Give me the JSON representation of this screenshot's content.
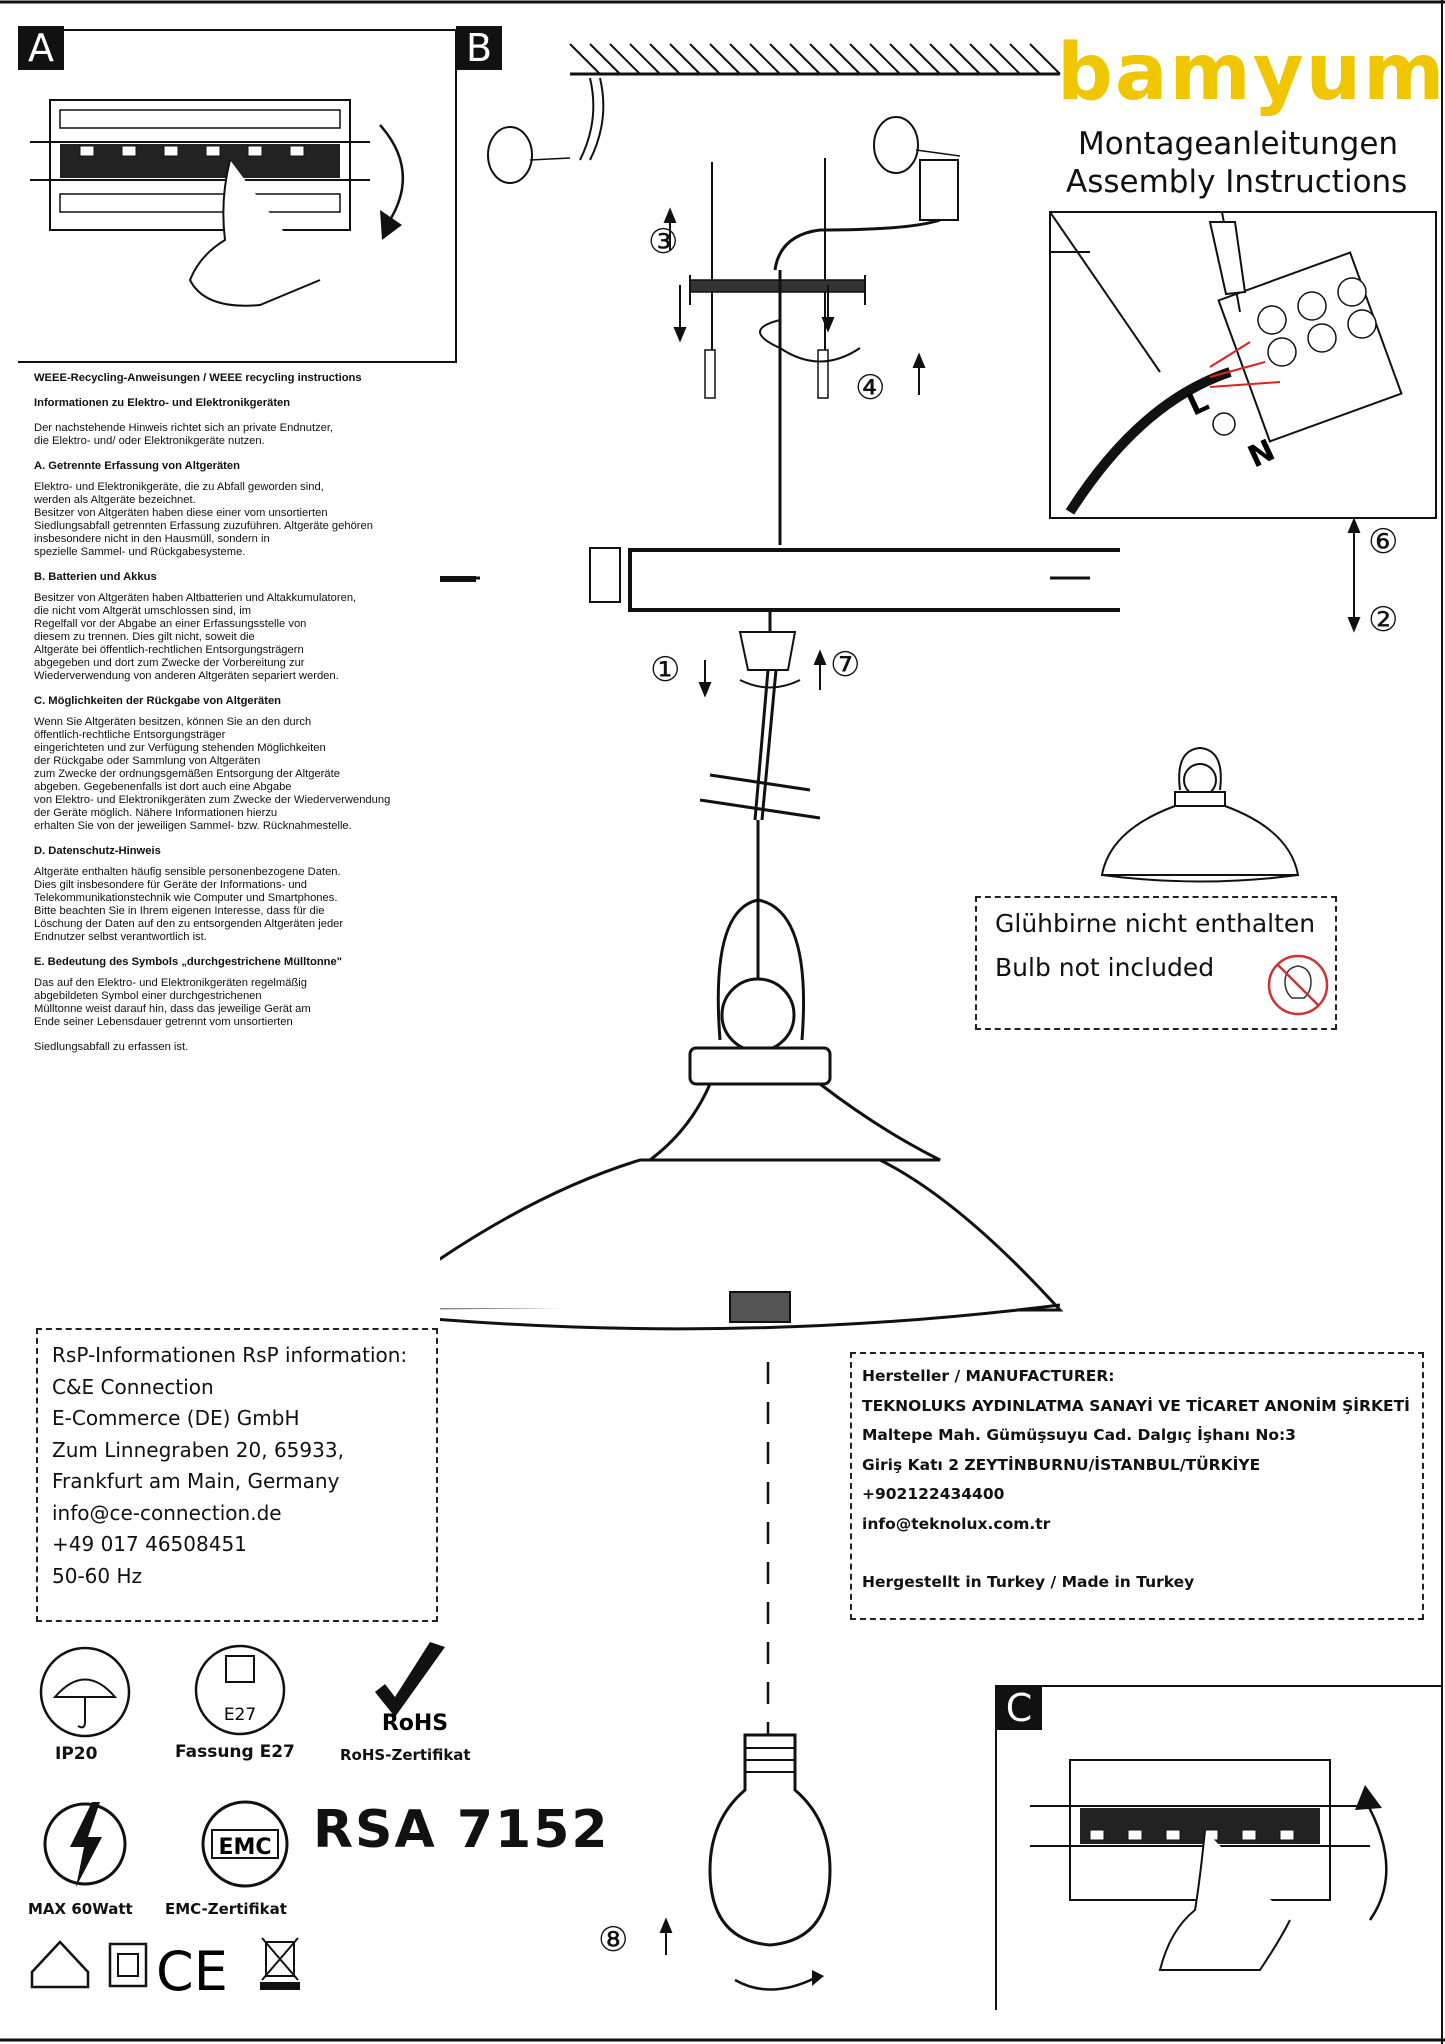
{
  "brand": "bamyum",
  "title_de": "Montageanleitungen",
  "title_en": "Assembly Instructions",
  "panel_labels": {
    "a": "A",
    "b": "B",
    "c": "C"
  },
  "wiring_labels": {
    "live": "L",
    "neutral": "N"
  },
  "steps": [
    "①",
    "②",
    "③",
    "④",
    "⑥",
    "⑦",
    "⑧"
  ],
  "weee": {
    "heading": "WEEE-Recycling-Anweisungen / WEEE recycling instructions",
    "subheading": "Informationen zu Elektro- und Elektronikgeräten",
    "intro": "Der nachstehende Hinweis richtet sich an private Endnutzer,\n die Elektro- und/ oder Elektronikgeräte nutzen.",
    "sections": [
      {
        "title": "A. Getrennte Erfassung von Altgeräten",
        "body": "Elektro- und Elektronikgeräte, die zu Abfall geworden sind,\n werden als Altgeräte bezeichnet.\nBesitzer von Altgeräten haben diese einer vom unsortierten\nSiedlungsabfall getrennten Erfassung zuzuführen. Altgeräte gehören\ninsbesondere nicht in den Hausmüll, sondern in\nspezielle Sammel- und Rückgabesysteme."
      },
      {
        "title": "B. Batterien und Akkus",
        "body": "Besitzer von Altgeräten haben Altbatterien und Altakkumulatoren,\n die nicht vom Altgerät umschlossen sind, im\nRegelfall vor der Abgabe an einer Erfassungsstelle von\ndiesem zu trennen. Dies gilt nicht, soweit die\nAltgeräte bei öffentlich-rechtlichen Entsorgungsträgern\nabgegeben und dort zum Zwecke der Vorbereitung zur\nWiederverwendung von anderen Altgeräten separiert werden."
      },
      {
        "title": "C. Möglichkeiten der Rückgabe von Altgeräten",
        "body": "Wenn Sie Altgeräten besitzen, können Sie an den durch\nöffentlich-rechtliche Entsorgungsträger\neingerichteten und zur Verfügung stehenden Möglichkeiten\nder Rückgabe oder Sammlung von Altgeräten\n zum Zwecke der ordnungsgemäßen Entsorgung der Altgeräte\nabgeben. Gegebenenfalls ist dort auch eine Abgabe\n von Elektro- und Elektronikgeräten zum Zwecke der Wiederverwendung\nder Geräte möglich. Nähere Informationen hierzu\nerhalten Sie von der jeweiligen Sammel- bzw. Rücknahmestelle."
      },
      {
        "title": "D. Datenschutz-Hinweis",
        "body": "Altgeräte enthalten häufig sensible personenbezogene Daten.\nDies gilt insbesondere für Geräte der Informations- und\nTelekommunikationstechnik wie Computer und Smartphones.\n Bitte beachten Sie in Ihrem eigenen Interesse, dass für die\nLöschung der Daten auf den zu entsorgenden Altgeräten jeder\nEndnutzer selbst verantwortlich ist."
      },
      {
        "title": "E. Bedeutung des Symbols „durchgestrichene Mülltonne\"",
        "body": "Das auf den Elektro- und Elektronikgeräten regelmäßig\n abgebildeten Symbol einer durchgestrichenen\nMülltonne weist darauf hin, dass das jeweilige Gerät am\nEnde seiner Lebensdauer getrennt vom unsortierten"
      }
    ],
    "footer": "Siedlungsabfall zu erfassen ist."
  },
  "bulb_note": {
    "de": "Glühbirne nicht enthalten",
    "en": "Bulb not included"
  },
  "rsp": {
    "heading": "RsP-Informationen RsP information:",
    "lines": [
      "C&E Connection",
      "E-Commerce (DE) GmbH",
      "Zum Linnegraben 20, 65933,",
      "Frankfurt am Main, Germany",
      "info@ce-connection.de",
      "+49 017 46508451",
      "50-60 Hz"
    ]
  },
  "manufacturer": {
    "heading": "Hersteller / MANUFACTURER:",
    "lines": [
      "TEKNOLUKS AYDINLATMA SANAYİ VE TİCARET ANONİM ŞİRKETİ",
      "Maltepe Mah. Gümüşsuyu Cad. Dalgıç İşhanı No:3",
      "Giriş Katı 2 ZEYTİNBURNU/İSTANBUL/TÜRKİYE",
      "+902122434400",
      "info@teknolux.com.tr"
    ],
    "made_in": "Hergestellt in Turkey / Made in Turkey"
  },
  "icons": {
    "ip": {
      "label": "IP20",
      "icon": "umbrella-rain-icon"
    },
    "socket": {
      "label": "Fassung E27",
      "inner": "E27",
      "icon": "bulb-socket-icon"
    },
    "rohs": {
      "label": "RoHS-Zertifikat",
      "inner": "RoHS",
      "icon": "rohs-check-icon"
    },
    "power": {
      "label": "MAX 60Watt",
      "icon": "lightning-icon"
    },
    "emc": {
      "label": "EMC-Zertifikat",
      "inner": "EMC",
      "icon": "emc-icon"
    },
    "ce": "CE"
  },
  "model": "RSA  7152"
}
